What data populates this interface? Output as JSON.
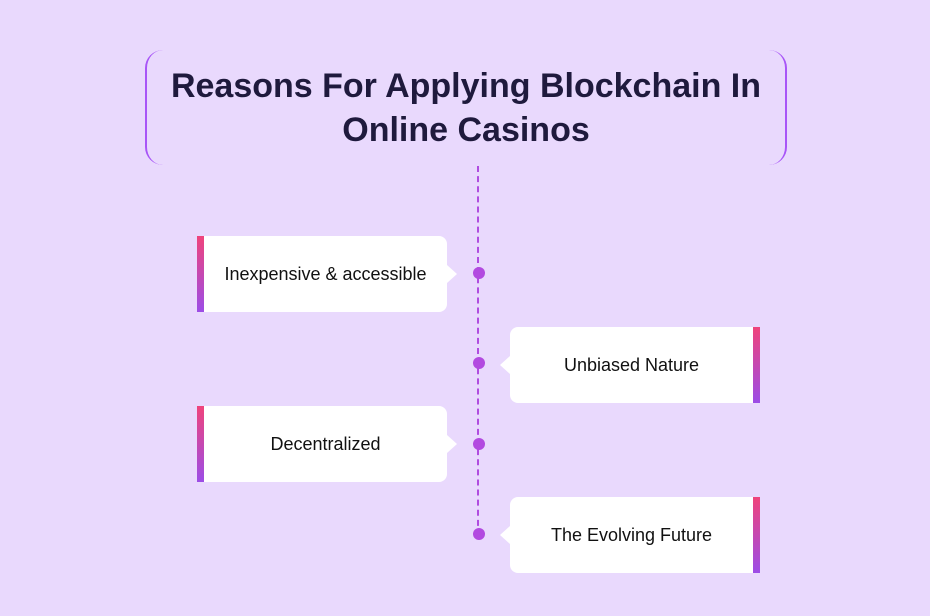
{
  "title": "Reasons For Applying Blockchain In Online Casinos",
  "items": [
    {
      "label": "Inexpensive & accessible",
      "side": "left"
    },
    {
      "label": "Unbiased Nature",
      "side": "right"
    },
    {
      "label": "Decentralized",
      "side": "left"
    },
    {
      "label": "The Evolving Future",
      "side": "right"
    }
  ],
  "colors": {
    "background": "#e9d9fd",
    "accent": "#a855f7",
    "dot": "#b24ae0",
    "gradient_start": "#f0437a",
    "gradient_end": "#9b4de8",
    "title_text": "#1f1a3d"
  }
}
